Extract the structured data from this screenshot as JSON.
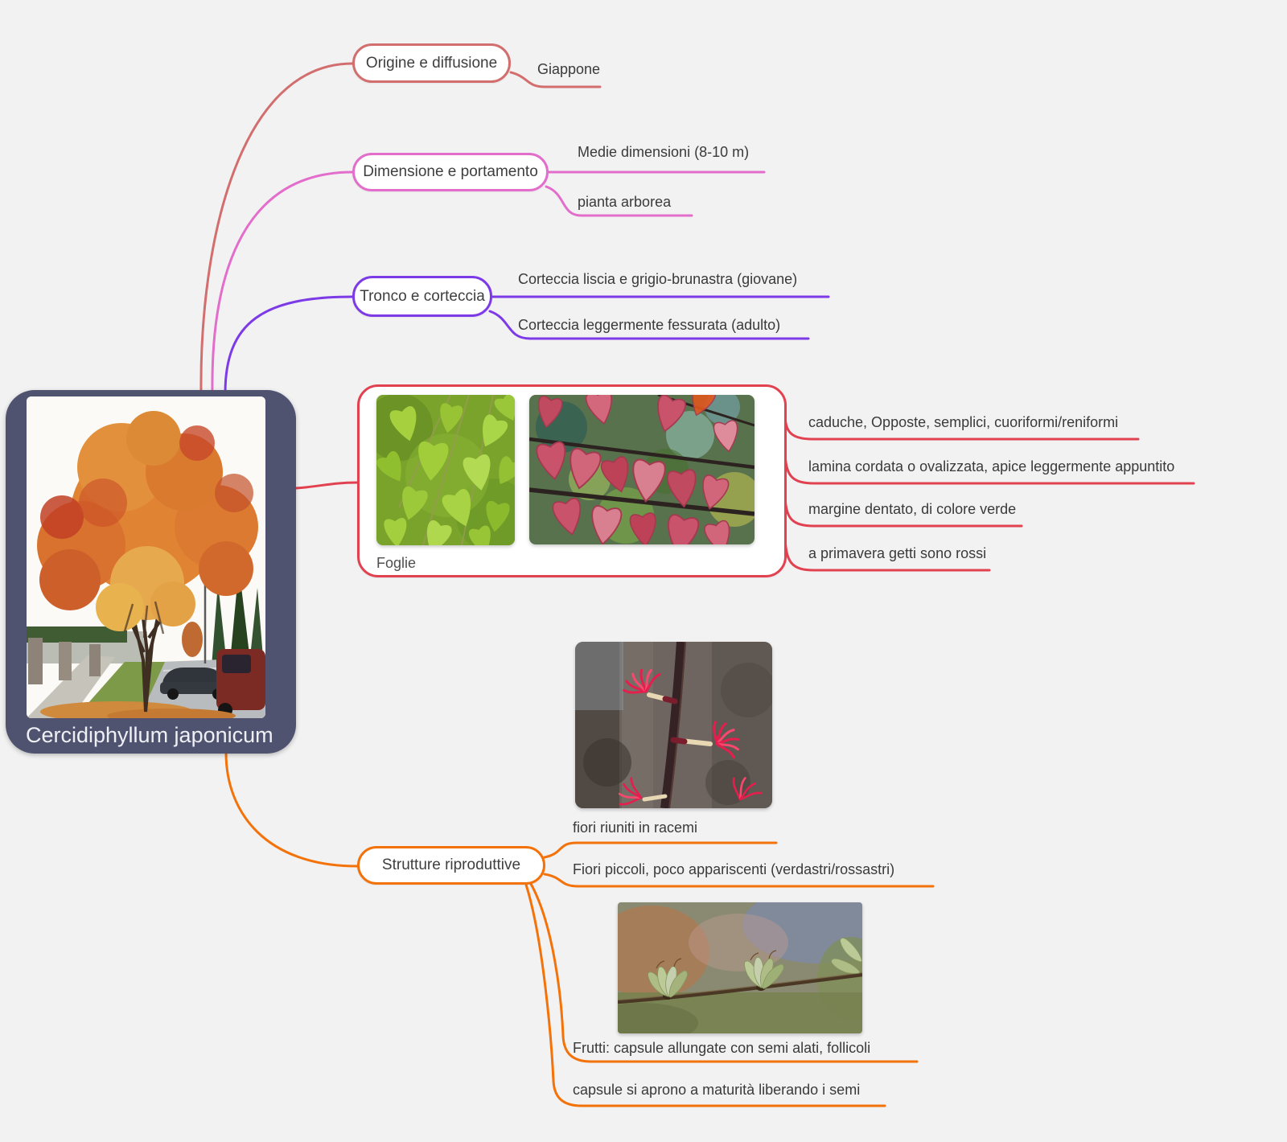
{
  "title": "Cercidiphyllum japonicum mind map",
  "palette": {
    "background": "#f2f2f3",
    "root_fill": "#4f5370",
    "root_text": "#eef0f4",
    "text": "#3a3a3a",
    "origine": "#d26e6e",
    "dimensione": "#e36dcb",
    "tronco": "#7d3be8",
    "foglie": "#e2414f",
    "strutture": "#f3720a"
  },
  "root": {
    "label": "Cercidiphyllum japonicum",
    "photo": "autumn-katsura-street-tree-photo"
  },
  "branches": [
    {
      "id": "origine",
      "label": "Origine e diffusione",
      "color": "#d26e6e",
      "children": [
        {
          "label": "Giappone"
        }
      ]
    },
    {
      "id": "dimensione",
      "label": "Dimensione e portamento",
      "color": "#e36dcb",
      "children": [
        {
          "label": "Medie dimensioni (8-10 m)"
        },
        {
          "label": "pianta arborea"
        }
      ]
    },
    {
      "id": "tronco",
      "label": "Tronco e corteccia",
      "color": "#7d3be8",
      "children": [
        {
          "label": "Corteccia liscia e grigio-brunastra (giovane)"
        },
        {
          "label": "Corteccia leggermente fessurata (adulto)"
        }
      ]
    },
    {
      "id": "foglie",
      "label": "Foglie",
      "color": "#e2414f",
      "photos": [
        "green-heart-leaves-photo",
        "autumn-red-leaves-photo"
      ],
      "children": [
        {
          "label": "caduche, Opposte, semplici, cuoriformi/reniformi"
        },
        {
          "label": "lamina cordata o ovalizzata, apice leggermente appuntito"
        },
        {
          "label": "margine dentato, di colore verde"
        },
        {
          "label": "a primavera getti sono rossi"
        }
      ]
    },
    {
      "id": "strutture",
      "label": "Strutture riproduttive",
      "color": "#f3720a",
      "photos": [
        "red-flowers-photo",
        "green-seed-capsules-photo"
      ],
      "children": [
        {
          "label": "fiori riuniti in racemi"
        },
        {
          "label": "Fiori piccoli, poco appariscenti (verdastri/rossastri)"
        },
        {
          "label": "Frutti: capsule allungate con semi alati, follicoli"
        },
        {
          "label": "capsule si aprono a maturità liberando i semi"
        }
      ]
    }
  ]
}
